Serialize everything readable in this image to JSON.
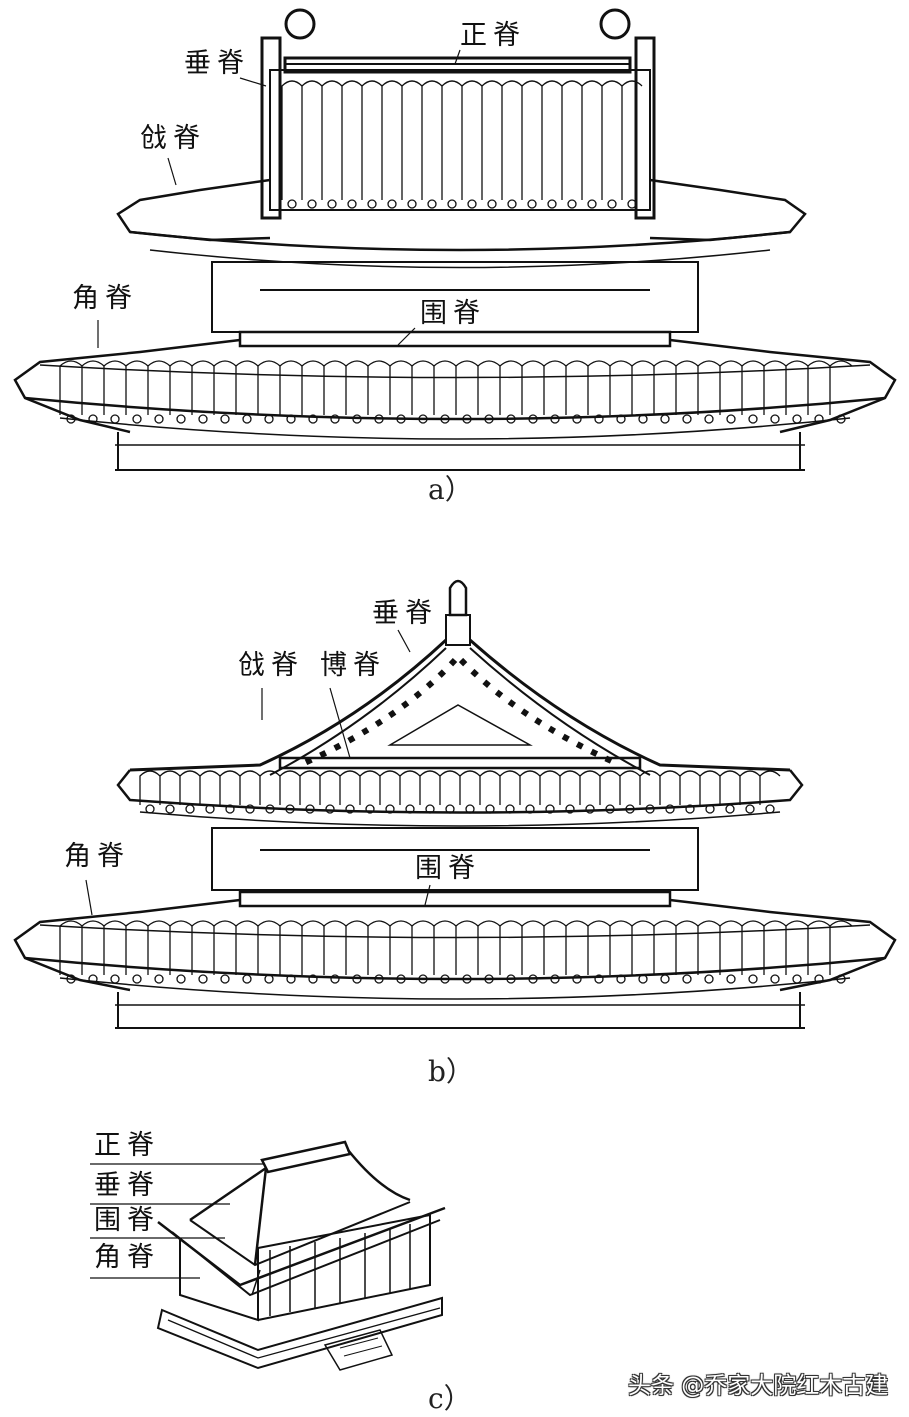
{
  "figures": [
    {
      "id": "a",
      "caption": "a）",
      "labels": {
        "main_ridge": "正脊",
        "vertical_ridge": "垂脊",
        "ridge_ji": "戗脊",
        "corner_ridge": "角脊",
        "surrounding_ridge": "围脊"
      }
    },
    {
      "id": "b",
      "caption": "b）",
      "labels": {
        "vertical_ridge": "垂脊",
        "ridge_ji": "戗脊",
        "gable_ridge": "博脊",
        "corner_ridge": "角脊",
        "surrounding_ridge": "围脊"
      }
    },
    {
      "id": "c",
      "caption": "c）",
      "labels": {
        "main_ridge": "正脊",
        "vertical_ridge": "垂脊",
        "surrounding_ridge": "围脊",
        "corner_ridge": "角脊"
      }
    }
  ],
  "watermark": "头条 @乔家大院红木古建"
}
